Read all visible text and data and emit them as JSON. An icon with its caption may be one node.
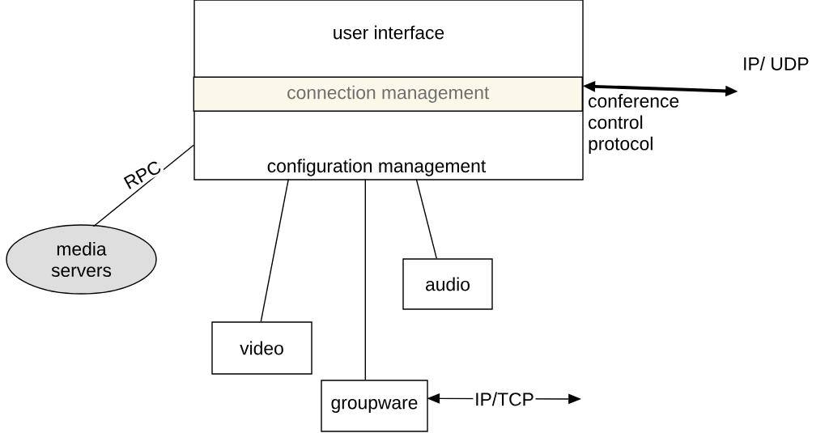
{
  "diagram": {
    "nodes": [
      {
        "text": [
          "user interface",
          "configuration management"
        ]
      },
      {
        "text": [
          "connection management"
        ],
        "in": 0
      },
      {
        "text": [
          "media servers"
        ]
      },
      {
        "text": [
          "video"
        ]
      },
      {
        "text": [
          "audio"
        ]
      },
      {
        "text": [
          "groupware"
        ]
      },
      {
        "text": [
          "IP/ UDP"
        ]
      }
    ],
    "edges": [
      {
        "from": 0,
        "to": 2,
        "arrow": "none",
        "label": "RPC"
      },
      {
        "from": 0,
        "to": 3,
        "arrow": "none"
      },
      {
        "from": 0,
        "to": 5,
        "arrow": "none"
      },
      {
        "from": 0,
        "to": 4,
        "arrow": "none"
      },
      {
        "from": 0,
        "to": 6,
        "arrow": "both",
        "style": "thick",
        "label": "conference control protocol"
      },
      {
        "from": 5,
        "to": null,
        "arrow": "both",
        "label": "IP/TCP"
      }
    ]
  }
}
